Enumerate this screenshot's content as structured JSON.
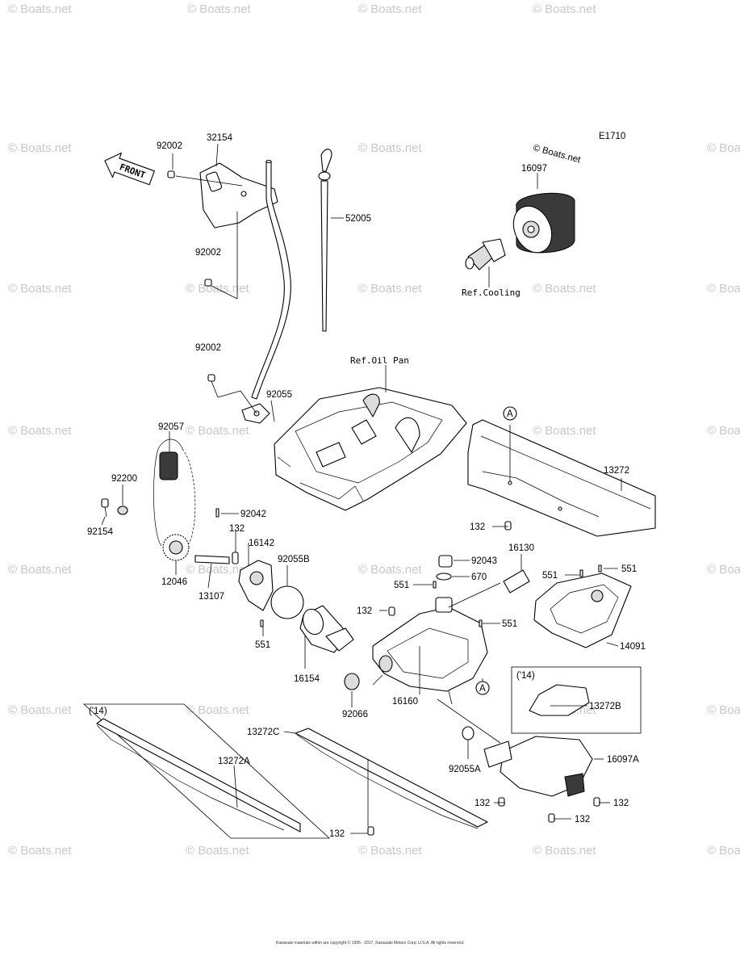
{
  "diagram_code": "E1710",
  "copyright_mark": "© Boats.net",
  "watermark": "© Boats.net",
  "front_arrow": "FRONT",
  "refs": {
    "oil_pan": "Ref.Oil Pan",
    "cooling": "Ref.Cooling"
  },
  "callouts": {
    "a_top": "A",
    "a_bottom": "A"
  },
  "year_tags": {
    "left": "('14)",
    "right": "('14)"
  },
  "parts": {
    "p32154": "32154",
    "p92002_a": "92002",
    "p92002_b": "92002",
    "p92002_c": "92002",
    "p52005": "52005",
    "p16097": "16097",
    "p92055": "92055",
    "p92057": "92057",
    "p92200": "92200",
    "p92154": "92154",
    "p92042": "92042",
    "p132_a": "132",
    "p16142": "16142",
    "p12046": "12046",
    "p13107": "13107",
    "p92055b": "92055B",
    "p551_a": "551",
    "p16154": "16154",
    "p13272": "13272",
    "p132_b": "132",
    "p92043": "92043",
    "p16130": "16130",
    "p551_b": "551",
    "p670": "670",
    "p551_c": "551",
    "p551_d": "551",
    "p132_c": "132",
    "p551_e": "551",
    "p14091": "14091",
    "p16160": "16160",
    "p92066": "92066",
    "p13272b": "13272B",
    "p13272c": "13272C",
    "p13272a": "13272A",
    "p92055a": "92055A",
    "p16097a": "16097A",
    "p132_d": "132",
    "p132_e": "132",
    "p132_f": "132",
    "p132_g": "132"
  },
  "copyright_text": "Kawasaki materials within are copyright © 1995 - 2017, Kawasaki Motors Corp. U.S.A. All rights reserved."
}
